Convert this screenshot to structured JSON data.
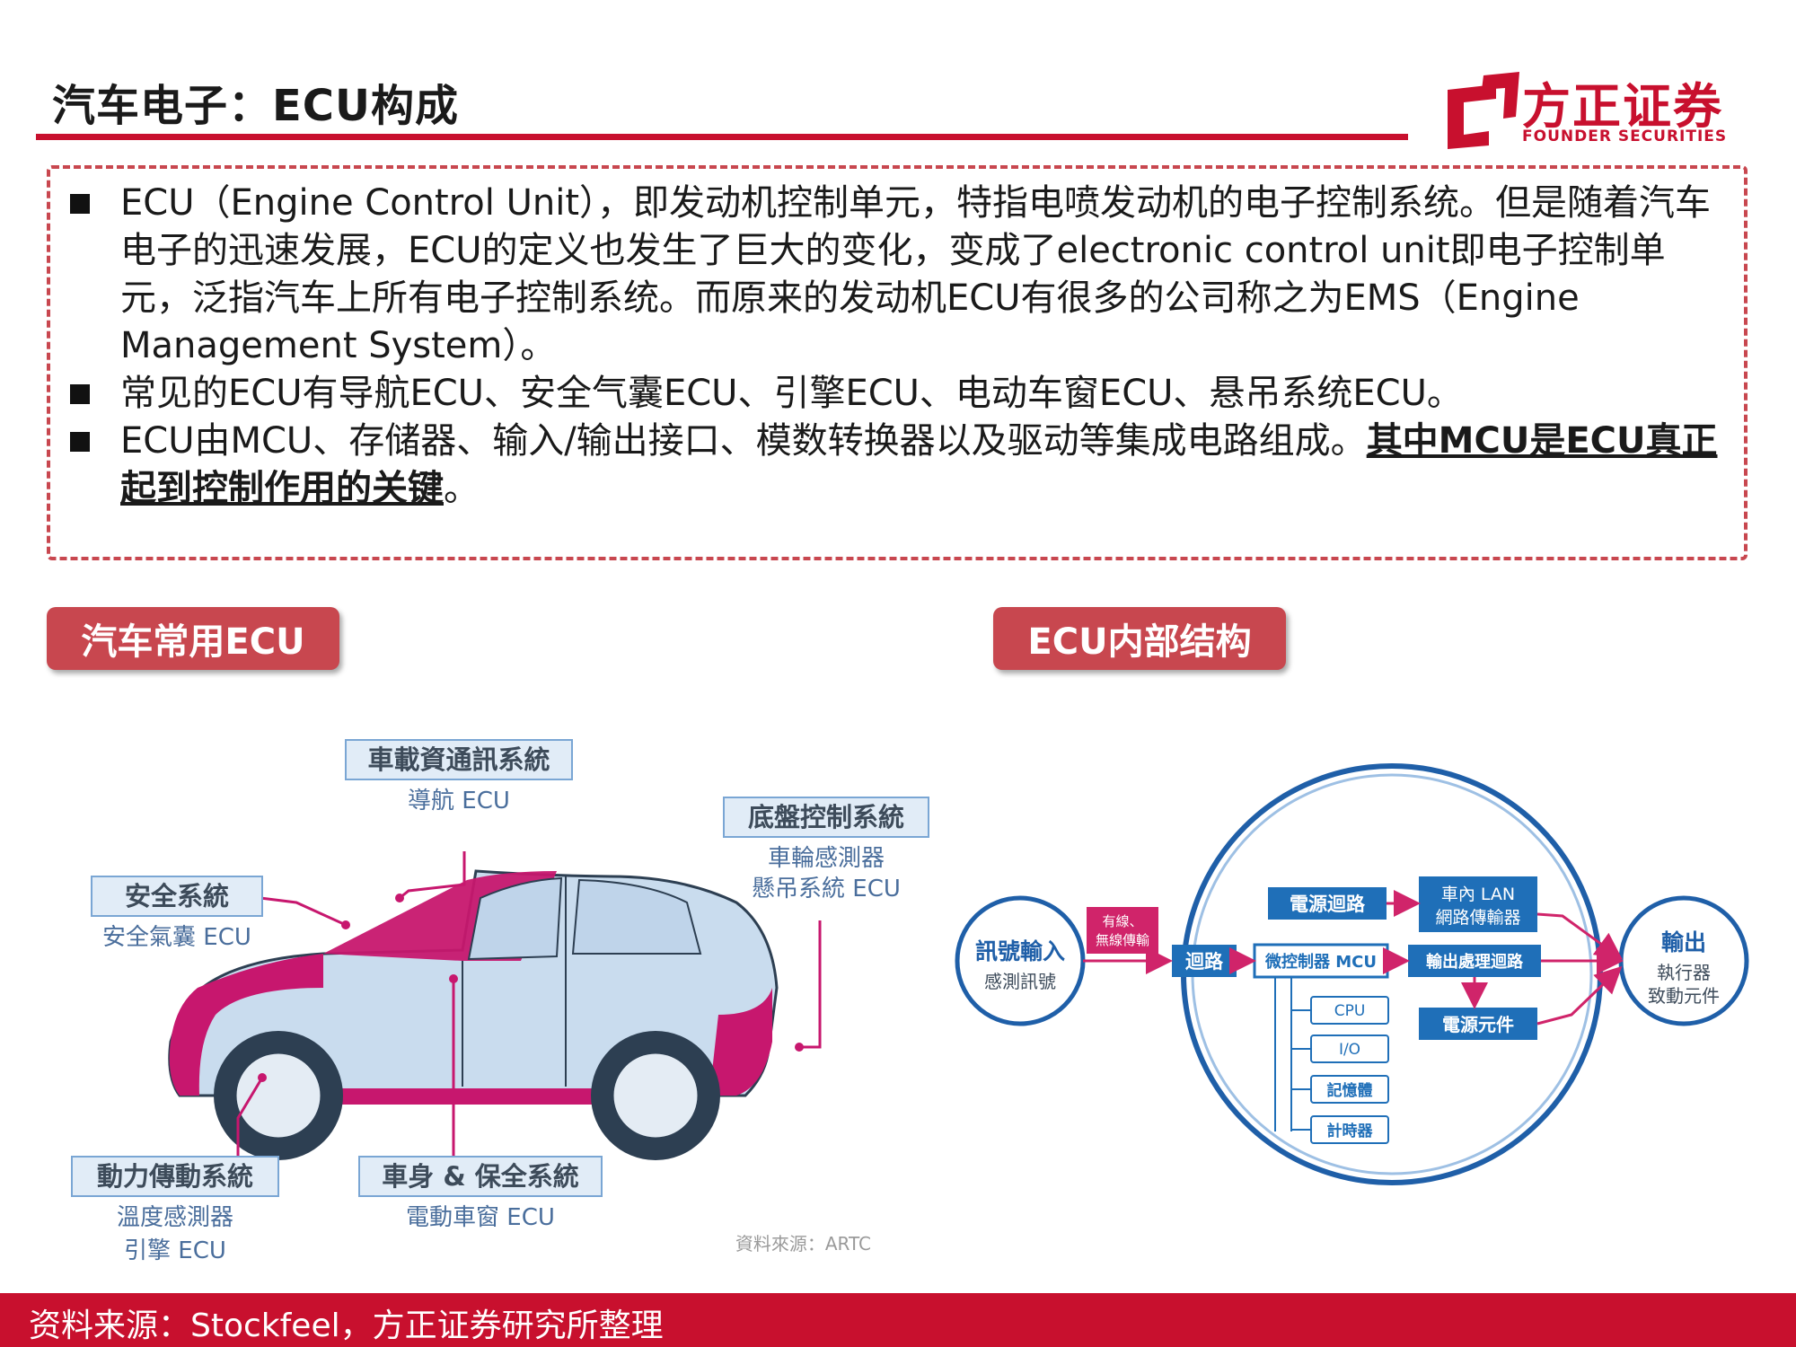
{
  "header": {
    "title": "汽车电子：ECU构成",
    "logo_cn": "方正证券",
    "logo_en": "FOUNDER SECURITIES"
  },
  "bullets": [
    {
      "text": "ECU（Engine Control Unit），即发动机控制单元，特指电喷发动机的电子控制系统。但是随着汽车电子的迅速发展，ECU的定义也发生了巨大的变化，变成了electronic control unit即电子控制单元，泛指汽车上所有电子控制系统。而原来的发动机ECU有很多的公司称之为EMS（Engine Management System）。",
      "bold": ""
    },
    {
      "text": "常见的ECU有导航ECU、安全气囊ECU、引擎ECU、电动车窗ECU、悬吊系统ECU。",
      "bold": ""
    },
    {
      "text": "ECU由MCU、存储器、输入/输出接口、模数转换器以及驱动等集成电路组成。",
      "bold": "其中MCU是ECU真正起到控制作用的关键",
      "tail": "。"
    }
  ],
  "tags": {
    "left": "汽车常用ECU",
    "right": "ECU内部结构"
  },
  "car_diagram": {
    "labels": [
      {
        "head": "車載資通訊系統",
        "sub": [
          "導航 ECU"
        ]
      },
      {
        "head": "底盤控制系統",
        "sub": [
          "車輪感測器",
          "懸吊系統 ECU"
        ]
      },
      {
        "head": "安全系統",
        "sub": [
          "安全氣囊 ECU"
        ]
      },
      {
        "head": "動力傳動系統",
        "sub": [
          "溫度感測器",
          "引擎 ECU"
        ]
      },
      {
        "head": "車身 & 保全系統",
        "sub": [
          "電動車窗 ECU"
        ]
      }
    ],
    "source": "資料來源：ARTC",
    "colors": {
      "accent": "#c7176e",
      "body": "#c9dcee",
      "label_border": "#7aa6d4"
    }
  },
  "ecu_diagram": {
    "input": {
      "title": "訊號輸入",
      "sub": "感測訊號"
    },
    "output": {
      "title": "輸出",
      "sub1": "執行器",
      "sub2": "致動元件"
    },
    "wireless": [
      "有線、",
      "無線傳輸"
    ],
    "blocks": {
      "circuit": "迴路",
      "mcu": "微控制器 MCU",
      "power_circuit": "電源迴路",
      "lan_1": "車內 LAN",
      "lan_2": "網路傳輸器",
      "output_circuit": "輸出處理迴路",
      "power_element": "電源元件"
    },
    "mcu_parts": [
      "CPU",
      "I/O",
      "記憶體",
      "計時器"
    ],
    "colors": {
      "block": "#1f6fb8",
      "arrow": "#d0246a",
      "ring": "#1f5fa8"
    }
  },
  "footer": {
    "source": "资料来源：Stockfeel，方正证券研究所整理"
  }
}
